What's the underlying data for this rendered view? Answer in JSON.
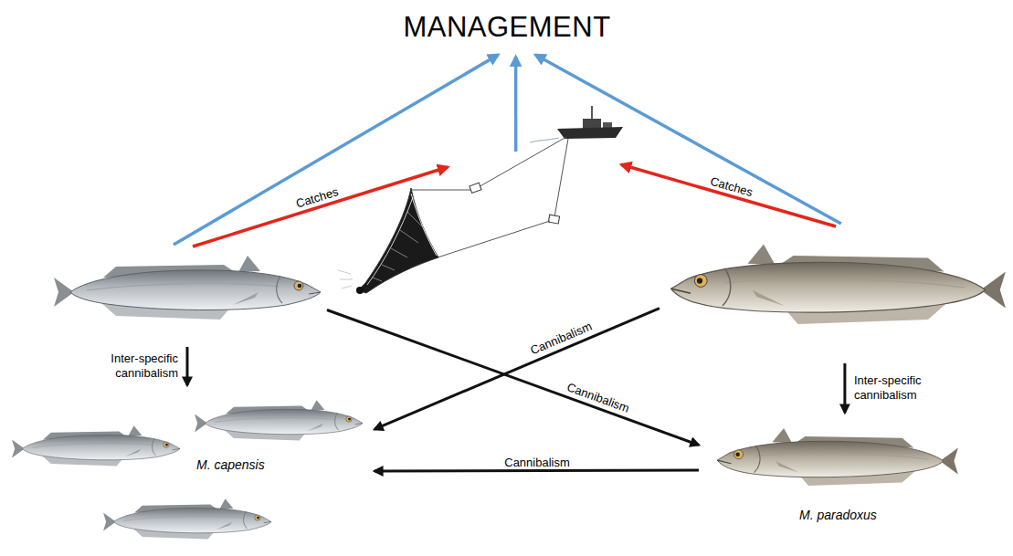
{
  "diagram": {
    "nodes": [
      {
        "text": [
          "MANAGEMENT"
        ]
      },
      {
        "text": []
      },
      {
        "text": []
      },
      {
        "text": []
      },
      {
        "text": [
          "M. capensis"
        ]
      },
      {
        "text": [
          "M. paradoxus"
        ]
      }
    ],
    "edges": [
      {
        "from": 1,
        "to": 0,
        "arrow": "to"
      },
      {
        "from": 2,
        "to": 0,
        "arrow": "to"
      },
      {
        "from": 3,
        "to": 0,
        "arrow": "to"
      },
      {
        "from": 1,
        "to": 2,
        "arrow": "to",
        "label": "Catches"
      },
      {
        "from": 3,
        "to": 2,
        "arrow": "to",
        "label": "Catches"
      },
      {
        "from": 1,
        "to": 4,
        "arrow": "to",
        "label": "Inter-specific cannibalism"
      },
      {
        "from": 3,
        "to": 5,
        "arrow": "to",
        "label": "Inter-specific cannibalism"
      },
      {
        "from": 3,
        "to": 4,
        "arrow": "to",
        "label": "Cannibalism"
      },
      {
        "from": 1,
        "to": 5,
        "arrow": "to",
        "label": "Cannibalism"
      },
      {
        "from": 5,
        "to": 4,
        "arrow": "to",
        "label": "Cannibalism"
      }
    ]
  }
}
